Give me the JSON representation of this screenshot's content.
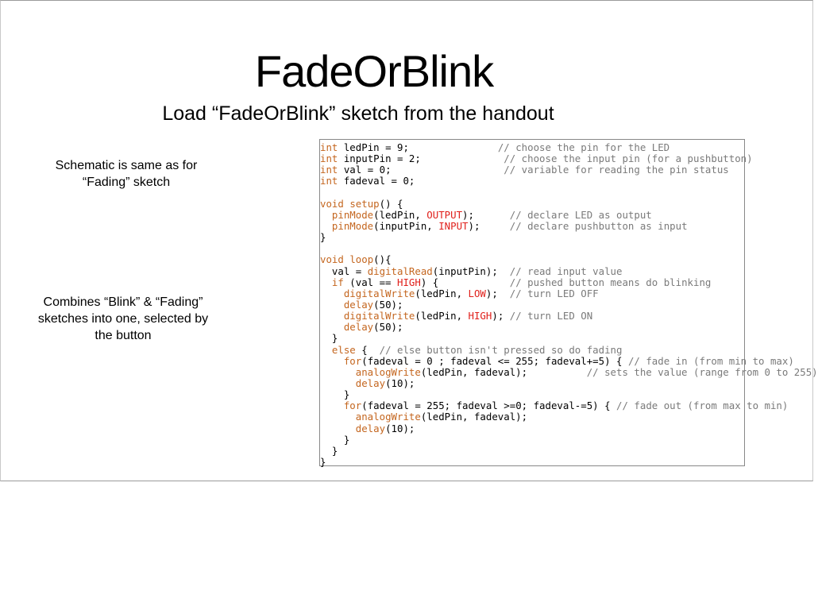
{
  "slide": {
    "title": "FadeOrBlink",
    "subtitle": "Load “FadeOrBlink” sketch from the handout",
    "notes": [
      {
        "lines": [
          "Schematic is same as for",
          "“Fading” sketch"
        ]
      },
      {
        "lines": [
          "Combines “Blink” & “Fading”",
          "sketches into one, selected by",
          "the button"
        ]
      }
    ]
  },
  "code": {
    "lines": [
      [
        {
          "t": "int",
          "c": "kw"
        },
        {
          "t": " ledPin = 9;               "
        },
        {
          "t": "// choose the pin for the LED",
          "c": "cm"
        }
      ],
      [
        {
          "t": "int",
          "c": "kw"
        },
        {
          "t": " inputPin = 2;              "
        },
        {
          "t": "// choose the input pin (for a pushbutton)",
          "c": "cm"
        }
      ],
      [
        {
          "t": "int",
          "c": "kw"
        },
        {
          "t": " val = 0;                   "
        },
        {
          "t": "// variable for reading the pin status",
          "c": "cm"
        }
      ],
      [
        {
          "t": "int",
          "c": "kw"
        },
        {
          "t": " fadeval = 0;"
        }
      ],
      [
        {
          "t": ""
        }
      ],
      [
        {
          "t": "void",
          "c": "kw"
        },
        {
          "t": " "
        },
        {
          "t": "setup",
          "c": "fn"
        },
        {
          "t": "() {"
        }
      ],
      [
        {
          "t": "  "
        },
        {
          "t": "pinMode",
          "c": "fn"
        },
        {
          "t": "(ledPin, "
        },
        {
          "t": "OUTPUT",
          "c": "const"
        },
        {
          "t": ");      "
        },
        {
          "t": "// declare LED as output",
          "c": "cm"
        }
      ],
      [
        {
          "t": "  "
        },
        {
          "t": "pinMode",
          "c": "fn"
        },
        {
          "t": "(inputPin, "
        },
        {
          "t": "INPUT",
          "c": "const"
        },
        {
          "t": ");     "
        },
        {
          "t": "// declare pushbutton as input",
          "c": "cm"
        }
      ],
      [
        {
          "t": "}"
        }
      ],
      [
        {
          "t": ""
        }
      ],
      [
        {
          "t": "void",
          "c": "kw"
        },
        {
          "t": " "
        },
        {
          "t": "loop",
          "c": "fn"
        },
        {
          "t": "(){"
        }
      ],
      [
        {
          "t": "  val = "
        },
        {
          "t": "digitalRead",
          "c": "fn"
        },
        {
          "t": "(inputPin);  "
        },
        {
          "t": "// read input value",
          "c": "cm"
        }
      ],
      [
        {
          "t": "  "
        },
        {
          "t": "if",
          "c": "kw"
        },
        {
          "t": " (val == "
        },
        {
          "t": "HIGH",
          "c": "const"
        },
        {
          "t": ") {            "
        },
        {
          "t": "// pushed button means do blinking",
          "c": "cm"
        }
      ],
      [
        {
          "t": "    "
        },
        {
          "t": "digitalWrite",
          "c": "fn"
        },
        {
          "t": "(ledPin, "
        },
        {
          "t": "LOW",
          "c": "const"
        },
        {
          "t": ");  "
        },
        {
          "t": "// turn LED OFF",
          "c": "cm"
        }
      ],
      [
        {
          "t": "    "
        },
        {
          "t": "delay",
          "c": "fn"
        },
        {
          "t": "(50);"
        }
      ],
      [
        {
          "t": "    "
        },
        {
          "t": "digitalWrite",
          "c": "fn"
        },
        {
          "t": "(ledPin, "
        },
        {
          "t": "HIGH",
          "c": "const"
        },
        {
          "t": "); "
        },
        {
          "t": "// turn LED ON",
          "c": "cm"
        }
      ],
      [
        {
          "t": "    "
        },
        {
          "t": "delay",
          "c": "fn"
        },
        {
          "t": "(50);"
        }
      ],
      [
        {
          "t": "  }"
        }
      ],
      [
        {
          "t": "  "
        },
        {
          "t": "else",
          "c": "kw"
        },
        {
          "t": " {  "
        },
        {
          "t": "// else button isn't pressed so do fading",
          "c": "cm"
        }
      ],
      [
        {
          "t": "    "
        },
        {
          "t": "for",
          "c": "kw"
        },
        {
          "t": "(fadeval = 0 ; fadeval <= 255; fadeval+=5) { "
        },
        {
          "t": "// fade in (from min to max)",
          "c": "cm"
        }
      ],
      [
        {
          "t": "      "
        },
        {
          "t": "analogWrite",
          "c": "fn"
        },
        {
          "t": "(ledPin, fadeval);          "
        },
        {
          "t": "// sets the value (range from 0 to 255)",
          "c": "cm"
        }
      ],
      [
        {
          "t": "      "
        },
        {
          "t": "delay",
          "c": "fn"
        },
        {
          "t": "(10);"
        }
      ],
      [
        {
          "t": "    }"
        }
      ],
      [
        {
          "t": "    "
        },
        {
          "t": "for",
          "c": "kw"
        },
        {
          "t": "(fadeval = 255; fadeval >=0; fadeval-=5) { "
        },
        {
          "t": "// fade out (from max to min)",
          "c": "cm"
        }
      ],
      [
        {
          "t": "      "
        },
        {
          "t": "analogWrite",
          "c": "fn"
        },
        {
          "t": "(ledPin, fadeval);"
        }
      ],
      [
        {
          "t": "      "
        },
        {
          "t": "delay",
          "c": "fn"
        },
        {
          "t": "(10);"
        }
      ],
      [
        {
          "t": "    }"
        }
      ],
      [
        {
          "t": "  }"
        }
      ],
      [
        {
          "t": "}"
        }
      ]
    ]
  },
  "colors": {
    "keyword": "#c4661f",
    "constant": "#e0201b",
    "comment": "#7a7a7a",
    "text": "#000000"
  }
}
